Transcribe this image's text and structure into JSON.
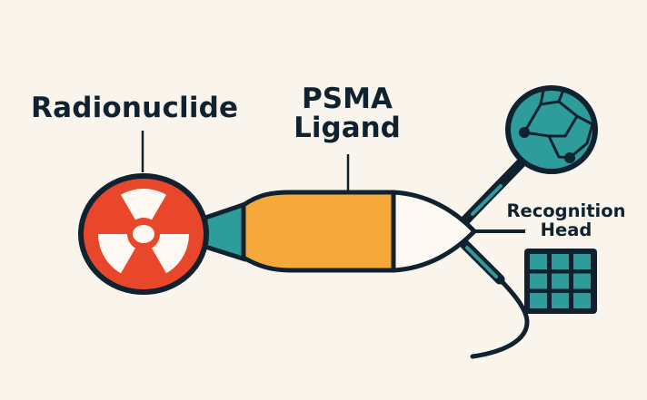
{
  "diagram": {
    "title": "PSMA radioligand structure",
    "labels": {
      "radionuclide": "Radionuclide",
      "ligand_line1": "PSMA",
      "ligand_line2": "Ligand",
      "head_line1": "Recognition",
      "head_line2": "Head"
    },
    "components": [
      {
        "id": "radionuclide",
        "icon": "radiation-trefoil-icon",
        "color": "#e8472c"
      },
      {
        "id": "linker",
        "icon": "linker-connector",
        "color": "#2e9c9b"
      },
      {
        "id": "psma-ligand",
        "icon": "ligand-body",
        "color": "#f6a93b"
      },
      {
        "id": "recognition-head",
        "icon": "nose-cone",
        "color": "#fdf9f2"
      },
      {
        "id": "target-molecule",
        "icon": "molecule-globe-icon",
        "color": "#2e9c9b"
      },
      {
        "id": "target-receptor",
        "icon": "grid-receptor-icon",
        "color": "#2e9c9b"
      }
    ],
    "colors": {
      "background": "#faf5ec",
      "outline": "#10222f",
      "radiation_red": "#e8472c",
      "ligand_orange": "#f6a93b",
      "teal": "#2e9c9b",
      "symbol_white": "#fdf9f2"
    }
  }
}
